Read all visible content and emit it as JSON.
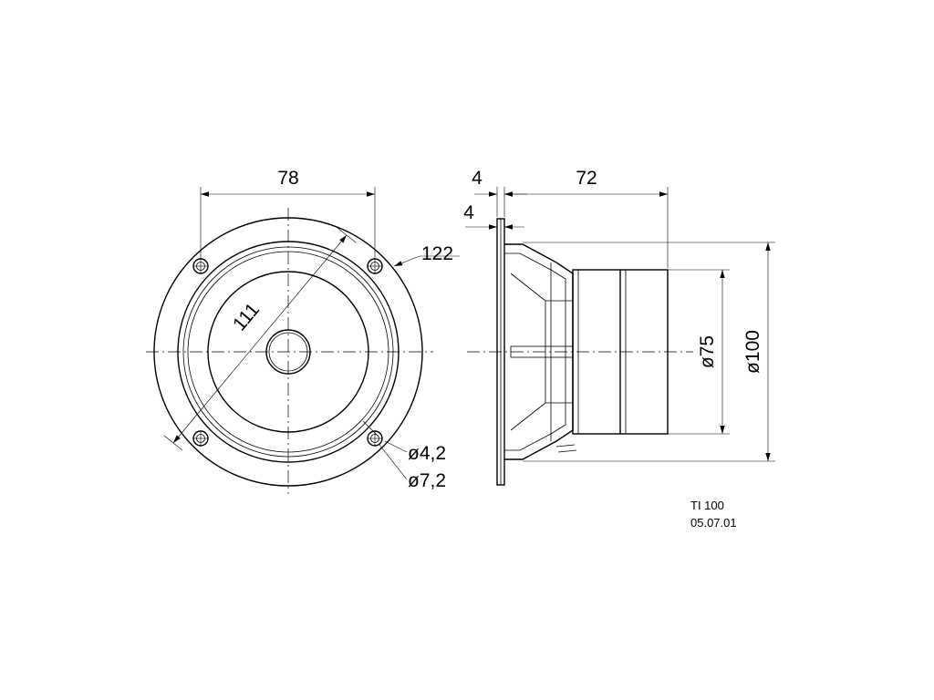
{
  "dimensions": {
    "front_width": "78",
    "flange_diameter": "122",
    "diagonal": "111",
    "hole_small": "ø4,2",
    "hole_large": "ø7,2",
    "flange_thickness_top": "4",
    "flange_step": "4",
    "depth": "72",
    "magnet_diameter": "ø75",
    "basket_diameter": "ø100"
  },
  "title_block": {
    "model": "TI 100",
    "date": "05.07.01"
  }
}
